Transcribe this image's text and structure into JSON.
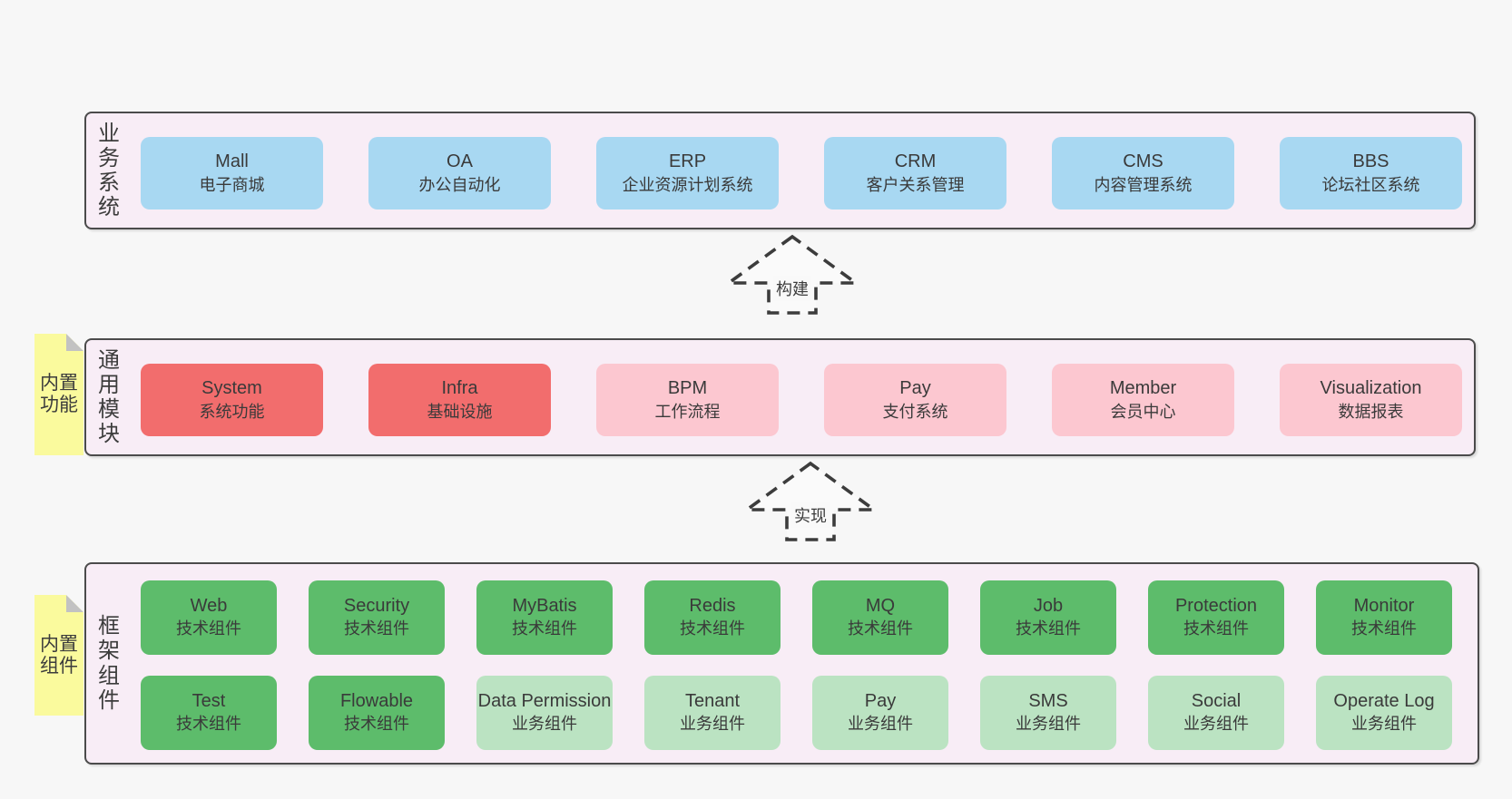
{
  "diagram": {
    "business": {
      "label": "业务系统",
      "items": [
        {
          "name": "Mall",
          "desc": "电子商城",
          "variant": "blue"
        },
        {
          "name": "OA",
          "desc": "办公自动化",
          "variant": "blue"
        },
        {
          "name": "ERP",
          "desc": "企业资源计划系统",
          "variant": "blue"
        },
        {
          "name": "CRM",
          "desc": "客户关系管理",
          "variant": "blue"
        },
        {
          "name": "CMS",
          "desc": "内容管理系统",
          "variant": "blue"
        },
        {
          "name": "BBS",
          "desc": "论坛社区系统",
          "variant": "blue"
        }
      ]
    },
    "build_arrow": {
      "label": "构建"
    },
    "modules": {
      "label": "通用模块",
      "tag": "内置功能",
      "items": [
        {
          "name": "System",
          "desc": "系统功能",
          "variant": "red"
        },
        {
          "name": "Infra",
          "desc": "基础设施",
          "variant": "red"
        },
        {
          "name": "BPM",
          "desc": "工作流程",
          "variant": "pink"
        },
        {
          "name": "Pay",
          "desc": "支付系统",
          "variant": "pink"
        },
        {
          "name": "Member",
          "desc": "会员中心",
          "variant": "pink"
        },
        {
          "name": "Visualization",
          "desc": "数据报表",
          "variant": "pink"
        }
      ]
    },
    "implement_arrow": {
      "label": "实现"
    },
    "framework": {
      "label": "框架组件",
      "tag": "内置组件",
      "row1": [
        {
          "name": "Web",
          "desc": "技术组件",
          "variant": "dark"
        },
        {
          "name": "Security",
          "desc": "技术组件",
          "variant": "dark"
        },
        {
          "name": "MyBatis",
          "desc": "技术组件",
          "variant": "dark"
        },
        {
          "name": "Redis",
          "desc": "技术组件",
          "variant": "dark"
        },
        {
          "name": "MQ",
          "desc": "技术组件",
          "variant": "dark"
        },
        {
          "name": "Job",
          "desc": "技术组件",
          "variant": "dark"
        },
        {
          "name": "Protection",
          "desc": "技术组件",
          "variant": "dark"
        },
        {
          "name": "Monitor",
          "desc": "技术组件",
          "variant": "dark"
        }
      ],
      "row2": [
        {
          "name": "Test",
          "desc": "技术组件",
          "variant": "dark"
        },
        {
          "name": "Flowable",
          "desc": "技术组件",
          "variant": "dark"
        },
        {
          "name": "Data Permission",
          "desc": "业务组件",
          "variant": "light"
        },
        {
          "name": "Tenant",
          "desc": "业务组件",
          "variant": "light"
        },
        {
          "name": "Pay",
          "desc": "业务组件",
          "variant": "light"
        },
        {
          "name": "SMS",
          "desc": "业务组件",
          "variant": "light"
        },
        {
          "name": "Social",
          "desc": "业务组件",
          "variant": "light"
        },
        {
          "name": "Operate Log",
          "desc": "业务组件",
          "variant": "light"
        }
      ]
    },
    "palette": {
      "business_box": "#a8d8f2",
      "module_core_box": "#f26d6d",
      "module_optional_box": "#fcc7d0",
      "framework_tech_box": "#5dbc6b",
      "framework_biz_box": "#bbe3c2",
      "sticky_tag": "#fafa9d",
      "panel_background": "#f8edf6"
    }
  }
}
